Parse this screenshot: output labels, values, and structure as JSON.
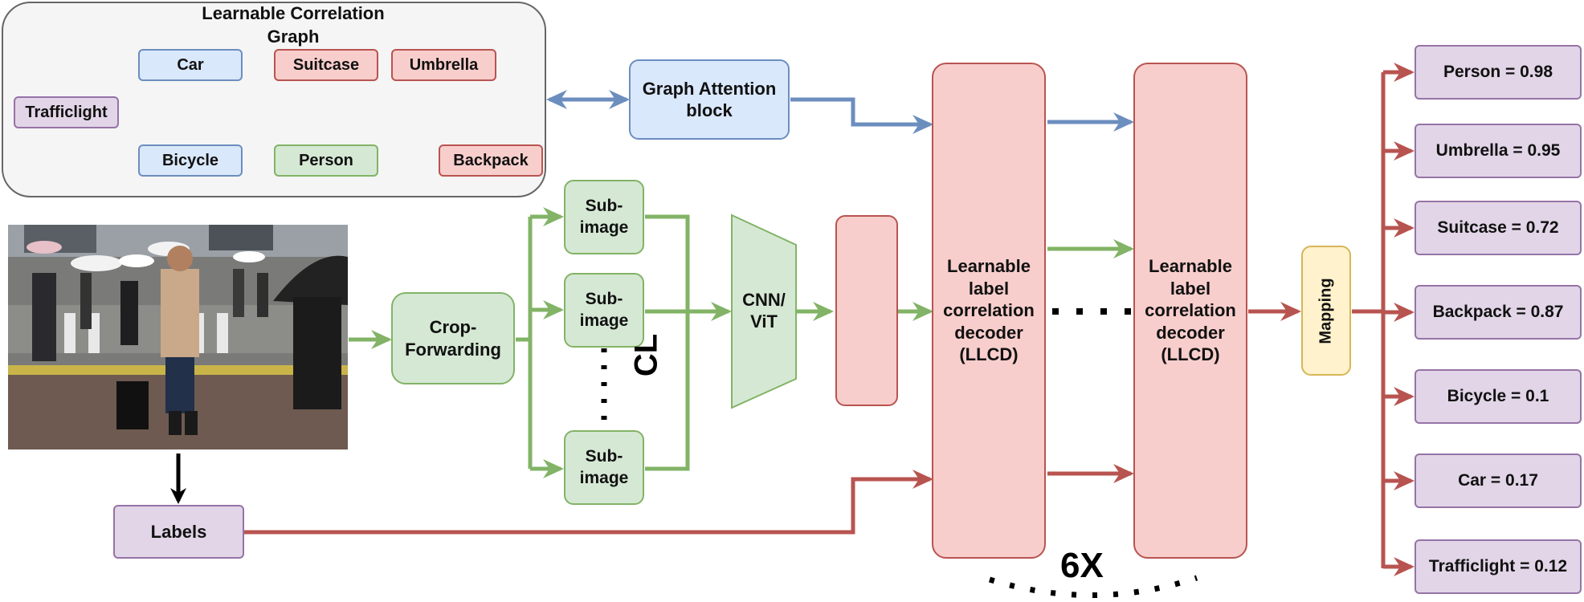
{
  "graph": {
    "title": "Learnable Correlation\nGraph",
    "nodes": {
      "car": "Car",
      "bicycle": "Bicycle",
      "trafficlight": "Trafficlight",
      "suitcase": "Suitcase",
      "umbrella": "Umbrella",
      "person": "Person",
      "backpack": "Backpack"
    }
  },
  "pipeline": {
    "graph_attention": "Graph Attention\nblock",
    "crop_forwarding": "Crop-\nForwarding",
    "sub_image": "Sub-\nimage",
    "cl": "CL",
    "backbone": "CNN/\nViT",
    "llcd": "Learnable\nlabel\ncorrelation\ndecoder\n(LLCD)",
    "repeat": "6X",
    "labels": "Labels",
    "mapping": "Mapping"
  },
  "outputs": [
    "Person = 0.98",
    "Umbrella = 0.95",
    "Suitcase = 0.72",
    "Backpack = 0.87",
    "Bicycle = 0.1",
    "Car = 0.17",
    "Trafficlight = 0.12"
  ],
  "colors": {
    "blue_arrow": "#6c8ebf",
    "green_arrow": "#82b366",
    "red_arrow": "#b85450",
    "black_arrow": "#000000"
  }
}
